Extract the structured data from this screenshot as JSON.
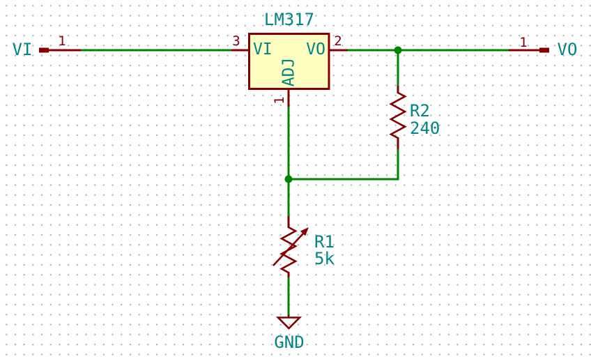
{
  "colors": {
    "background": "#FFFFFF",
    "grid_dot": "#B4B4B4",
    "wire": "#008400",
    "component_outline": "#840000",
    "component_fill": "#FFFFC2",
    "label_text": "#008484",
    "pin_number": "#840000"
  },
  "component": {
    "value": "LM317",
    "pins": {
      "vi": {
        "name": "VI",
        "number": "3"
      },
      "vo": {
        "name": "VO",
        "number": "2"
      },
      "adj": {
        "name": "ADJ",
        "number": "1"
      }
    }
  },
  "ports": {
    "input": {
      "label": "VI",
      "pin_number": "1"
    },
    "output": {
      "label": "VO",
      "pin_number": "1"
    }
  },
  "resistors": {
    "r2": {
      "ref": "R2",
      "value": "240"
    },
    "r1": {
      "ref": "R1",
      "value": "5k"
    }
  },
  "power": {
    "gnd_label": "GND"
  }
}
